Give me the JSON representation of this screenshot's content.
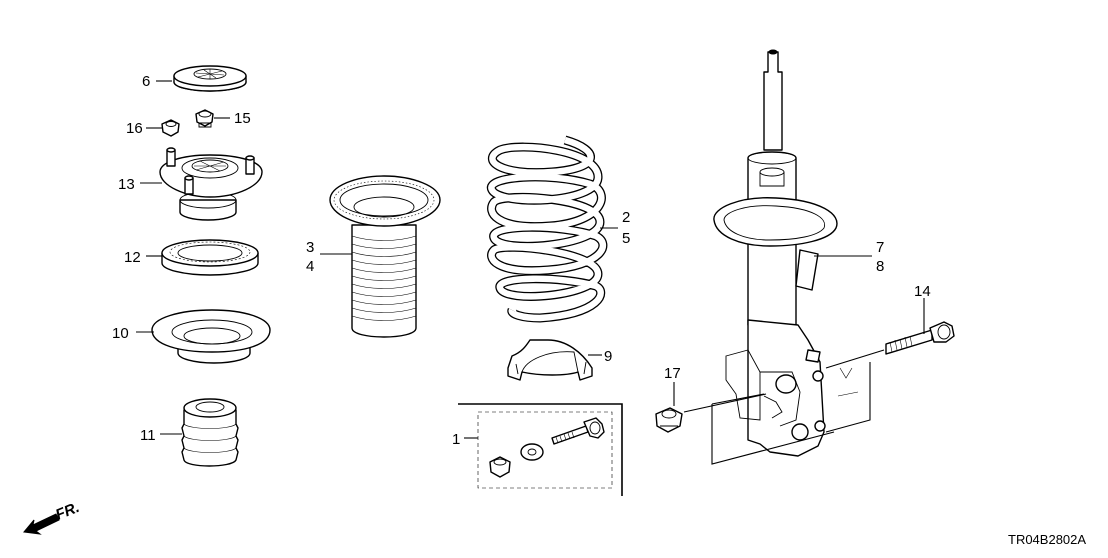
{
  "diagram": {
    "reference_code": "TR04B2802A",
    "direction_label": "FR.",
    "callouts": {
      "c1": "1",
      "c2": "2",
      "c3": "3",
      "c4": "4",
      "c5": "5",
      "c6": "6",
      "c7": "7",
      "c8": "8",
      "c9": "9",
      "c10": "10",
      "c11": "11",
      "c12": "12",
      "c13": "13",
      "c14": "14",
      "c15": "15",
      "c16": "16",
      "c17": "17"
    }
  }
}
